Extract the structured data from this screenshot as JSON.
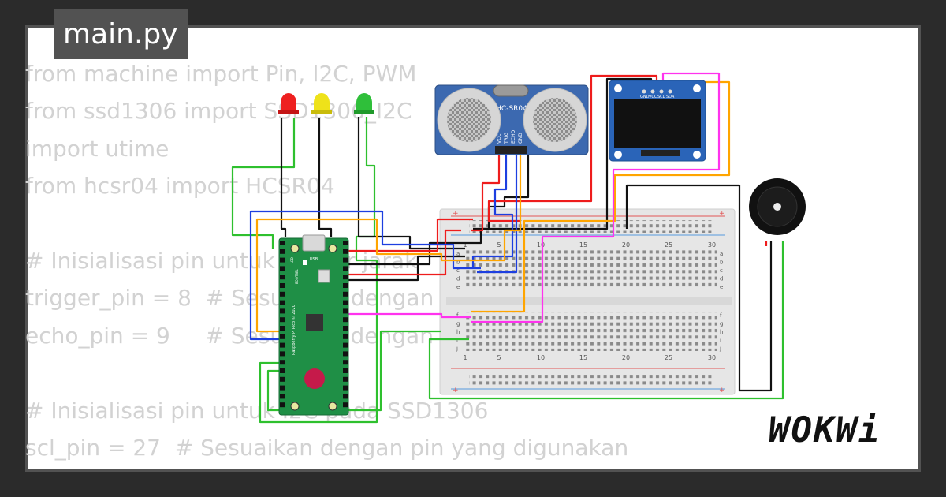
{
  "file_tab": {
    "label": "main.py"
  },
  "code_lines": [
    "from machine import Pin, I2C, PWM",
    "from ssd1306 import SSD1306_I2C",
    "import utime",
    "from hcsr04 import HCSR04",
    "",
    "# Inisialisasi pin untuk sensor jarak",
    "trigger_pin = 8  # Sesuaikan dengan pin yang digunakan",
    "echo_pin = 9     # Sesuaikan dengan pin yang digunakan",
    "",
    "# Inisialisasi pin untuk I2C pada SSD1306",
    "scl_pin = 27  # Sesuaikan dengan pin yang digunakan"
  ],
  "sensor": {
    "model": "HC-SR04",
    "pins": [
      "VCC",
      "TRIG",
      "ECHO",
      "GND"
    ]
  },
  "oled": {
    "pins": [
      "GND",
      "VCC",
      "SCL",
      "SDA"
    ]
  },
  "pico": {
    "usb_label": "USB",
    "board_label": "Raspberry Pi Pico © 2020",
    "bootsel_label": "BOOTSEL",
    "led_label": "LED"
  },
  "breadboard": {
    "column_numbers": [
      "1",
      "5",
      "10",
      "15",
      "20",
      "25",
      "30"
    ],
    "row_letters_top": [
      "a",
      "b",
      "c",
      "d",
      "e"
    ],
    "row_letters_bottom": [
      "f",
      "g",
      "h",
      "i",
      "j"
    ]
  },
  "leds": [
    {
      "color": "red"
    },
    {
      "color": "yellow"
    },
    {
      "color": "green"
    }
  ],
  "brand": {
    "logo_text": "WOKWi"
  },
  "colors": {
    "background": "#2b2b2b",
    "frame": "#525252",
    "code_text": "#d2d2d2",
    "wire_red": "#ee1c1c",
    "wire_black": "#111111",
    "wire_blue": "#1d3fe0",
    "wire_green": "#2ec02e",
    "wire_orange": "#ffa500",
    "wire_magenta": "#ff33ee",
    "pico_green": "#1f8f46",
    "oled_blue": "#2a64b8"
  }
}
